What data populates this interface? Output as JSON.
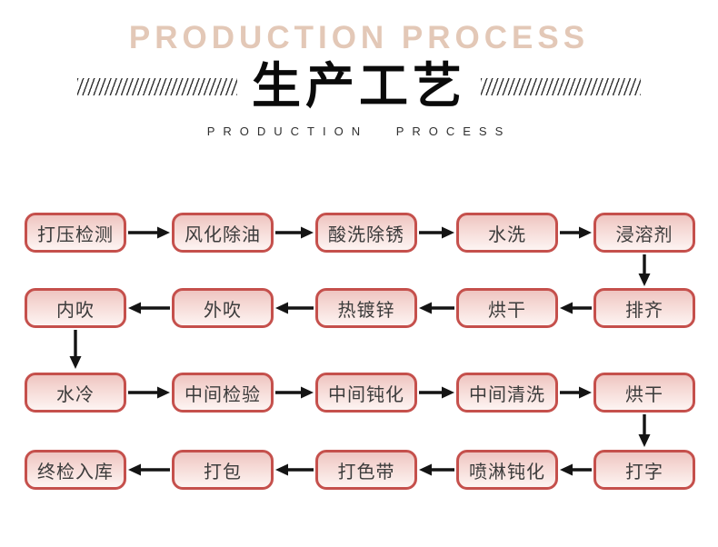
{
  "header": {
    "background_title": "PRODUCTION PROCESS",
    "title_cn": "生产工艺",
    "subtitle": "PRODUCTION PROCESS"
  },
  "colors": {
    "header_beige": "#e3c8b7",
    "box_border": "#c5504c",
    "box_fill_top": "#eec5c1",
    "box_fill_bottom": "#fdf4f2",
    "arrow_black": "#141414",
    "node_text": "#3c3c3c"
  },
  "flow": {
    "rows": [
      {
        "direction": "left-to-right",
        "nodes": [
          {
            "label": "打压检测"
          },
          {
            "label": "风化除油"
          },
          {
            "label": "酸洗除锈"
          },
          {
            "label": "水洗"
          },
          {
            "label": "浸溶剂"
          }
        ]
      },
      {
        "direction": "right-to-left",
        "nodes": [
          {
            "label": "内吹"
          },
          {
            "label": "外吹"
          },
          {
            "label": "热镀锌"
          },
          {
            "label": "烘干"
          },
          {
            "label": "排齐"
          }
        ]
      },
      {
        "direction": "left-to-right",
        "nodes": [
          {
            "label": "水冷"
          },
          {
            "label": "中间检验"
          },
          {
            "label": "中间钝化"
          },
          {
            "label": "中间清洗"
          },
          {
            "label": "烘干"
          }
        ]
      },
      {
        "direction": "right-to-left",
        "nodes": [
          {
            "label": "终检入库"
          },
          {
            "label": "打包"
          },
          {
            "label": "打色带"
          },
          {
            "label": "喷淋钝化"
          },
          {
            "label": "打字"
          }
        ]
      }
    ],
    "sequence": [
      "打压检测",
      "风化除油",
      "酸洗除锈",
      "水洗",
      "浸溶剂",
      "排齐",
      "烘干",
      "热镀锌",
      "外吹",
      "内吹",
      "水冷",
      "中间检验",
      "中间钝化",
      "中间清洗",
      "烘干",
      "打字",
      "喷淋钝化",
      "打色带",
      "打包",
      "终检入库"
    ],
    "vertical_connectors": [
      {
        "from": "浸溶剂",
        "to": "排齐"
      },
      {
        "from": "内吹",
        "to": "水冷"
      },
      {
        "from": "烘干",
        "to": "打字"
      }
    ]
  }
}
